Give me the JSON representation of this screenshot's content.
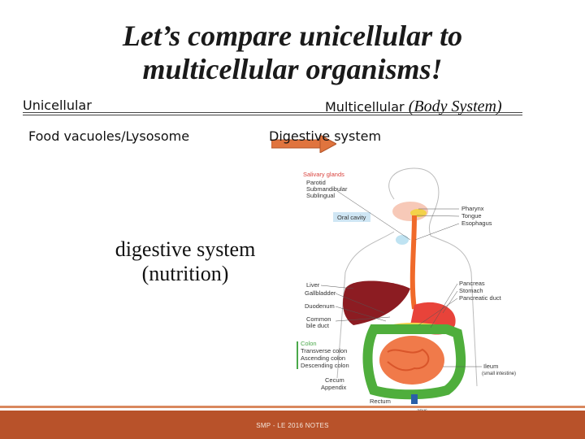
{
  "title_line1": "Let’s compare unicellular to",
  "title_line2": "multicellular organisms!",
  "header": {
    "unicellular": "Unicellular",
    "multicellular": "Multicellular",
    "multicellular_note": "(Body System)"
  },
  "row": {
    "left": "Food vacuoles/Lysosome",
    "right": "Digestive system"
  },
  "caption_line1": "digestive system",
  "caption_line2": "(nutrition)",
  "diagram": {
    "salivary_glands": "Salivary glands",
    "parotid": "Parotid",
    "submandibular": "Submandibular",
    "sublingual": "Sublingual",
    "oral_cavity": "Oral cavity",
    "pharynx": "Pharynx",
    "tongue": "Tongue",
    "esophagus": "Esophagus",
    "liver": "Liver",
    "gallbladder": "Gallbladder",
    "duodenum": "Duodenum",
    "common_bile_duct_1": "Common",
    "common_bile_duct_2": "bile duct",
    "pancreas": "Pancreas",
    "stomach": "Stomach",
    "pancreatic_duct": "Pancreatic duct",
    "colon": "Colon",
    "transverse_colon": "Transverse colon",
    "ascending_colon": "Ascending colon",
    "descending_colon": "Descending colon",
    "ileum": "Ileum",
    "small_intestine": "(small intestine)",
    "cecum": "Cecum",
    "appendix": "Appendix",
    "rectum": "Rectum",
    "anus": "anus"
  },
  "footer": "SMP - LE 2016 NOTES",
  "colors": {
    "footer_band": "#b8522a",
    "arrow": "#e0743e",
    "esophagus": "#f06a2a",
    "liver": "#8c1c22",
    "stomach": "#e8433a",
    "colon": "#4fae3c",
    "small_intestine": "#f07a4a"
  }
}
